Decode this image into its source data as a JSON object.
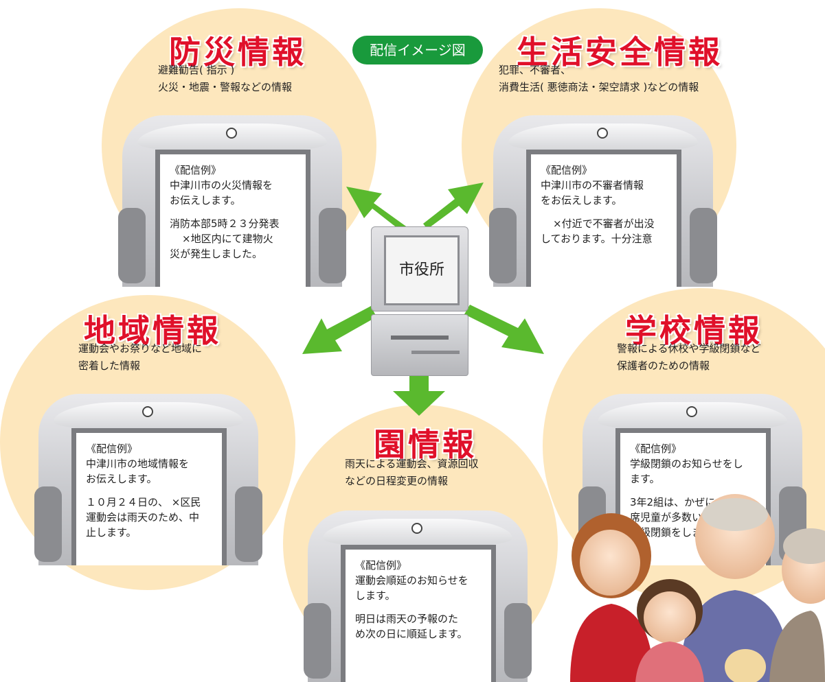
{
  "badge": "配信イメージ図",
  "center_label": "市役所",
  "colors": {
    "title": "#e0102a",
    "circle": "#fde7bd",
    "arrow": "#5ab92e",
    "badge": "#199a3c"
  },
  "cards": {
    "bousai": {
      "title": "防災情報",
      "desc": [
        "避難勧告( 指示 )",
        "火災・地震・警報などの情報"
      ],
      "example_label": "《配信例》",
      "lines1": [
        "中津川市の火災情報を",
        "お伝えします。"
      ],
      "lines2": [
        "消防本部5時２３分発表",
        "×地区内にて建物火",
        "災が発生しました。"
      ]
    },
    "seikatsu": {
      "title": "生活安全情報",
      "desc": [
        "犯罪、不審者、",
        "消費生活( 悪徳商法・架空請求 )などの情報"
      ],
      "example_label": "《配信例》",
      "lines1": [
        "中津川市の不審者情報",
        "をお伝えします。"
      ],
      "lines2": [
        "×付近で不審者が出没",
        "しております。十分注意"
      ]
    },
    "chiiki": {
      "title": "地域情報",
      "desc": [
        "運動会やお祭りなど地域に",
        "密着した情報"
      ],
      "example_label": "《配信例》",
      "lines1": [
        "中津川市の地域情報を",
        "お伝えします。"
      ],
      "lines2": [
        "１０月２４日の、 ×区民",
        "運動会は雨天のため、中",
        "止します。"
      ]
    },
    "gakkou": {
      "title": "学校情報",
      "desc": [
        "警報による休校や学級閉鎖など",
        "保護者のための情報"
      ],
      "example_label": "《配信例》",
      "lines1": [
        "学級閉鎖のお知らせをし",
        "ます。"
      ],
      "lines2": [
        "3年2組は、かぜによる欠",
        "席児童が多数いるため、",
        "学級閉鎖をします。"
      ]
    },
    "en": {
      "title": "園情報",
      "desc": [
        "雨天による運動会、資源回収",
        "などの日程変更の情報"
      ],
      "example_label": "《配信例》",
      "lines1": [
        "運動会順延のお知らせを",
        "します。"
      ],
      "lines2": [
        "明日は雨天の予報のた",
        "め次の日に順延します。"
      ]
    }
  }
}
